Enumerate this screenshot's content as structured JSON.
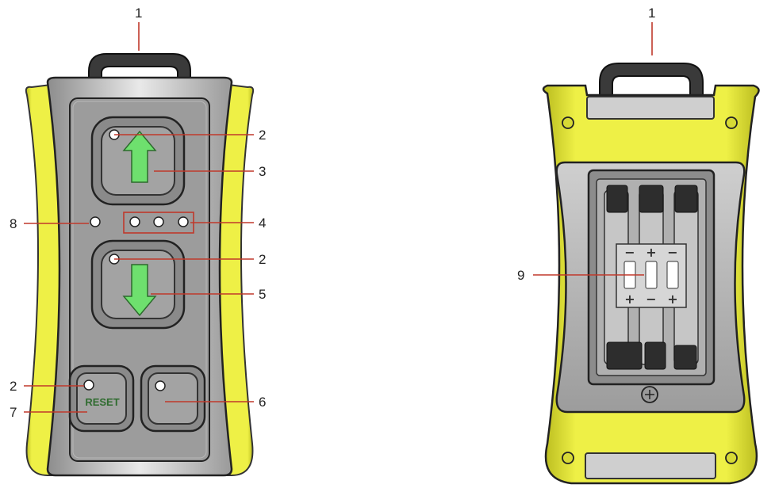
{
  "colors": {
    "leader_line": "#c0392b",
    "housing_yellow": "#e8ec3a",
    "face_gray": "#9a9a9a",
    "arrow_green": "#6ee06e",
    "outline": "#222222"
  },
  "button_labels": {
    "reset": "RESET"
  },
  "battery_symbols": {
    "top": [
      "−",
      "+",
      "−"
    ],
    "bottom": [
      "+",
      "−",
      "+"
    ]
  },
  "callouts": {
    "front_handle": "1",
    "front_led_up": "2",
    "front_up_button": "3",
    "front_led_row": "4",
    "front_led_down": "2",
    "front_down_button": "5",
    "front_blank_button": "6",
    "front_led_reset": "2",
    "front_reset_button": "7",
    "front_status_led": "8",
    "back_handle": "1",
    "back_battery_compartment": "9"
  },
  "icons": {
    "up": "arrow-up-icon",
    "down": "arrow-down-icon"
  }
}
